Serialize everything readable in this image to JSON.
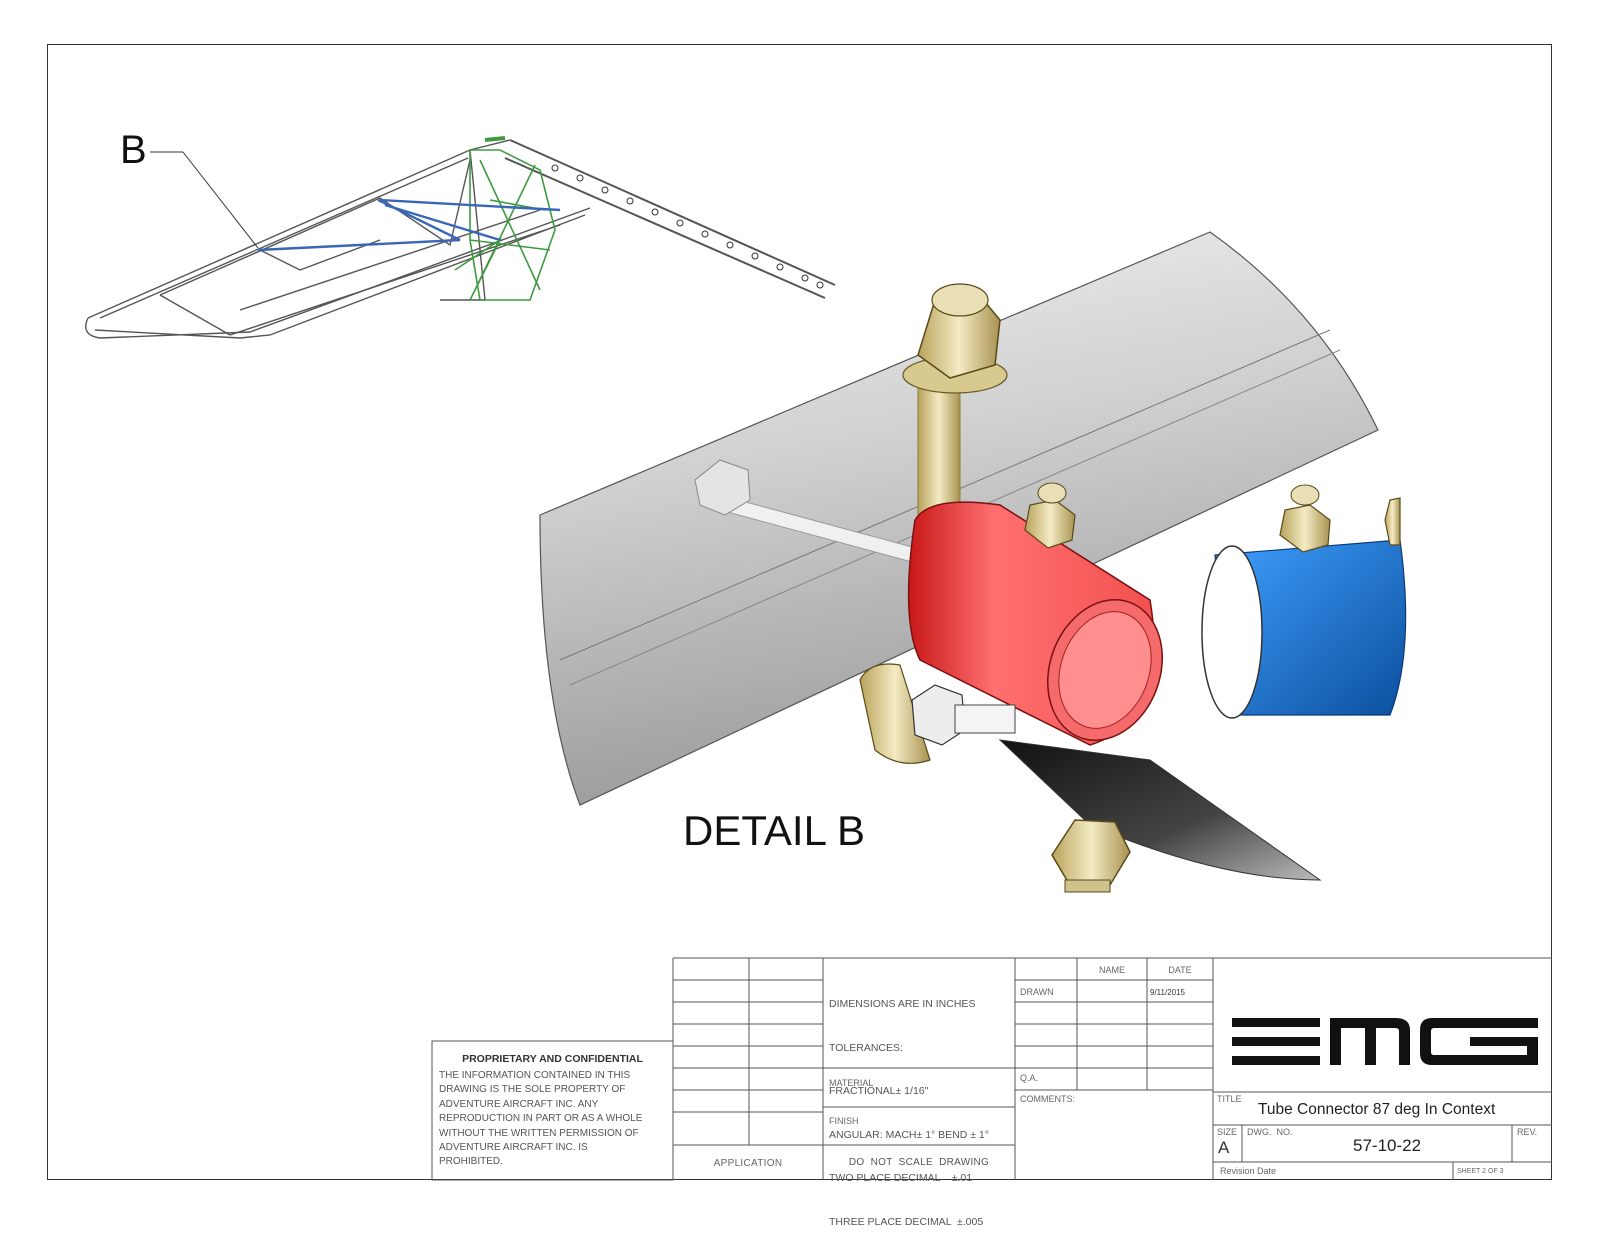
{
  "callout": {
    "label": "B"
  },
  "detail": {
    "label": "DETAIL B"
  },
  "proprietary": {
    "heading": "PROPRIETARY AND CONFIDENTIAL",
    "lines": [
      "THE INFORMATION CONTAINED IN THIS",
      "DRAWING IS THE SOLE PROPERTY OF",
      "ADVENTURE AIRCRAFT INC.  ANY",
      "REPRODUCTION IN PART OR AS A WHOLE",
      "WITHOUT THE WRITTEN PERMISSION OF",
      "ADVENTURE AIRCRAFT INC. IS",
      "PROHIBITED."
    ]
  },
  "application": "APPLICATION",
  "tolerances": {
    "lines": [
      "DIMENSIONS ARE IN INCHES",
      "TOLERANCES:",
      "FRACTIONAL± 1/16\"",
      "ANGULAR: MACH± 1° BEND ± 1°",
      "TWO PLACE DECIMAL    ±.01",
      "THREE PLACE DECIMAL  ±.005"
    ],
    "material": "MATERIAL",
    "finish": "FINISH",
    "do_not_scale": "DO  NOT  SCALE  DRAWING"
  },
  "signoff": {
    "name_header": "NAME",
    "date_header": "DATE",
    "drawn": "DRAWN",
    "drawn_date": "9/11/2015",
    "qa": "Q.A.",
    "comments": "COMMENTS:"
  },
  "titleblock": {
    "logo": "EMG",
    "title_label": "TITLE",
    "title": "Tube Connector 87 deg In Context",
    "size_label": "SIZE",
    "size": "A",
    "dwg_label": "DWG.  NO.",
    "dwg_no": "57-10-22",
    "rev_label": "REV.",
    "revision_date": "Revision Date",
    "sheet": "SHEET 2 OF 3"
  },
  "colors": {
    "frame": "#333333",
    "red_connector": "#ee3b3b",
    "blue_tube": "#1976d2",
    "brass": "#d8c98e",
    "tube_gray": "#c9c9c9",
    "blue_brace": "#3a66b8",
    "green_frame": "#3f9a3f"
  }
}
